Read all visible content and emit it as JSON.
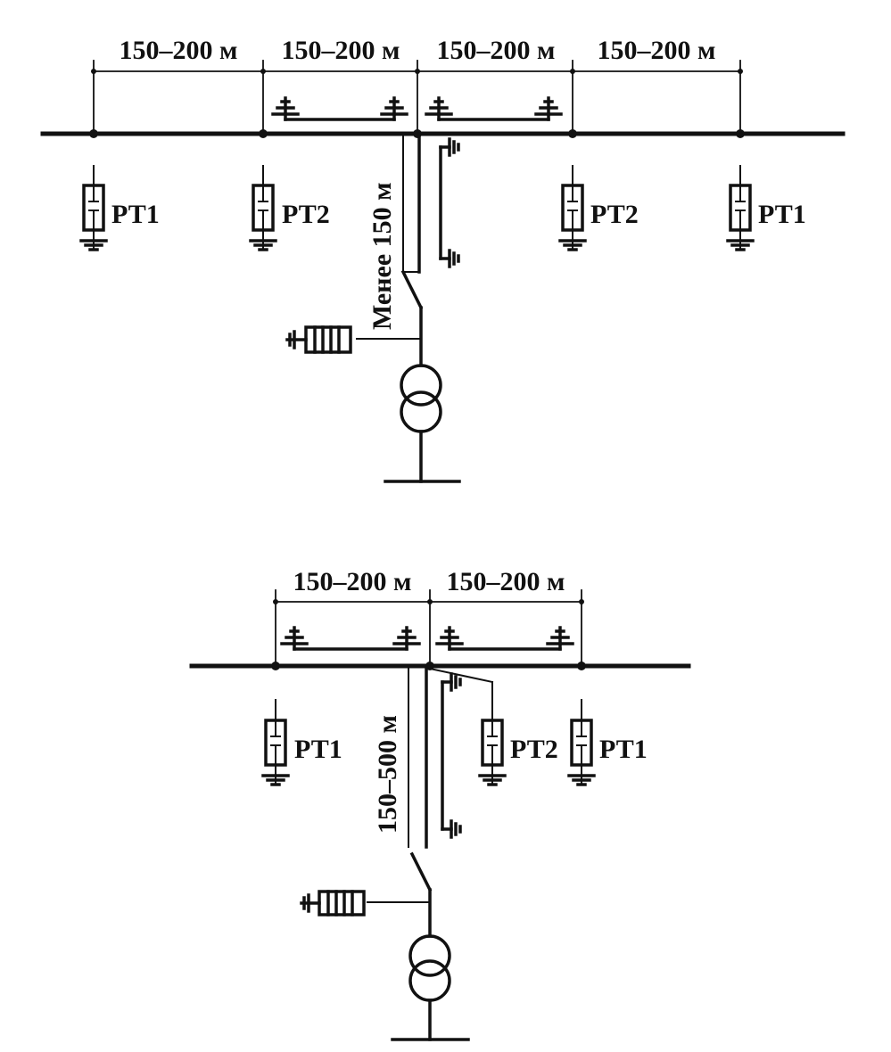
{
  "diagram1": {
    "spans": [
      "150–200 м",
      "150–200 м",
      "150–200 м",
      "150–200 м"
    ],
    "arresters": [
      "РТ1",
      "РТ2",
      "РТ2",
      "РТ1"
    ],
    "cable_length": "Менее 150 м"
  },
  "diagram2": {
    "spans": [
      "150–200 м",
      "150–200 м"
    ],
    "arresters": [
      "РТ1",
      "РТ2",
      "РТ1"
    ],
    "cable_length": "150–500 м"
  }
}
